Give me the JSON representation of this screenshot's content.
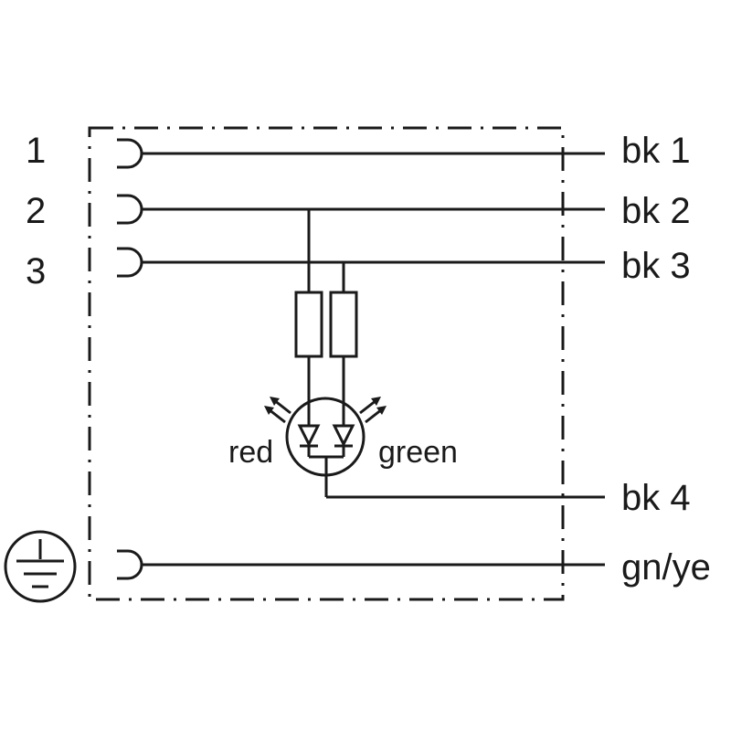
{
  "pins": {
    "p1": "1",
    "p2": "2",
    "p3": "3"
  },
  "wires": {
    "w1": "bk 1",
    "w2": "bk 2",
    "w3": "bk 3",
    "w4": "bk 4",
    "w5": "gn/ye"
  },
  "led": {
    "red_label": "red",
    "green_label": "green"
  },
  "colors": {
    "line": "#1a1a1a",
    "background": "#ffffff"
  },
  "icons": {
    "ground": "protective-earth-icon",
    "socket": "socket-contact-icon",
    "resistor": "resistor-icon",
    "led": "dual-led-icon"
  }
}
